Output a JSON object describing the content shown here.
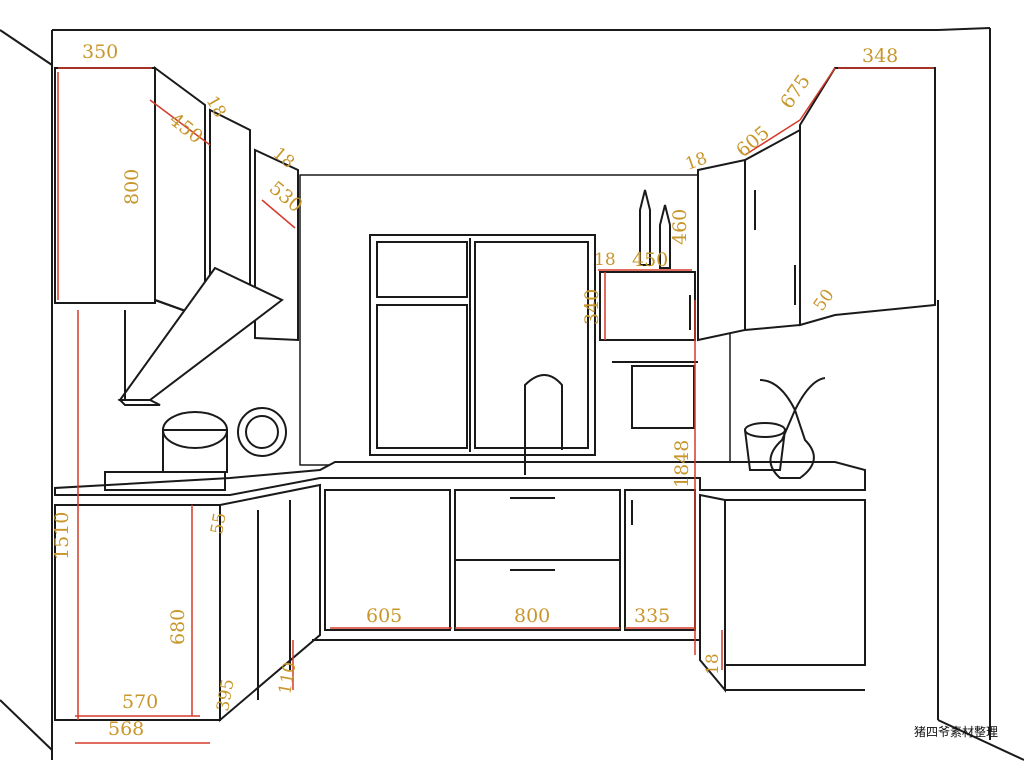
{
  "colors": {
    "line": "#1a1a1a",
    "dimension": "#c8962a",
    "dimension_line": "#d63a2a",
    "background": "#ffffff"
  },
  "dimensions": {
    "upper_left_depth": "350",
    "upper_right_depth": "348",
    "panel_18_a": "18",
    "panel_18_b": "18",
    "panel_18_c": "18",
    "panel_18_d": "18",
    "panel_18_e": "18",
    "upper_left_door_450": "450",
    "upper_left_height": "800",
    "upper_530": "530",
    "open_shelf_width": "450",
    "open_shelf_height": "340",
    "upper_right_460": "460",
    "upper_605": "605",
    "upper_675": "675",
    "right_50": "50",
    "left_counter_height": "1510",
    "left_base_height": "680",
    "toe_kick_110": "110",
    "left_55": "55",
    "left_395": "395",
    "left_570": "570",
    "left_568": "568",
    "base_605": "605",
    "base_800": "800",
    "base_335": "335",
    "right_1848": "1848"
  },
  "watermark": "猪四爷素材整理"
}
